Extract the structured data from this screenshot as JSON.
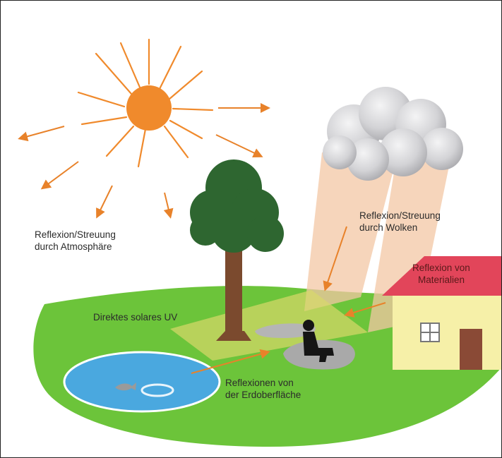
{
  "labels": {
    "atmosphere": [
      "Reflexion/Streuung",
      "durch Atmosphäre"
    ],
    "clouds": [
      "Reflexion/Streuung",
      "durch Wolken"
    ],
    "materials": [
      "Reflexion von",
      "Materialien"
    ],
    "direct_uv": "Direktes solares UV",
    "ground": [
      "Reflexionen von",
      "der Erdoberfläche"
    ]
  },
  "colors": {
    "sun": "#f08a2c",
    "ray": "#f08a2c",
    "arrow": "#e8822a",
    "grass": "#6cc43a",
    "pond": "#4aa8df",
    "beam": "#f3c7a4",
    "cloud": "#c7c7c9",
    "tree_crown": "#2e6630",
    "trunk": "#7b4a2e",
    "house_wall": "#f6f0a8",
    "roof": "#e2455a",
    "door": "#8a4a36",
    "person": "#151515",
    "rock": "#a9a9a9",
    "text": "#2b2b2b"
  }
}
